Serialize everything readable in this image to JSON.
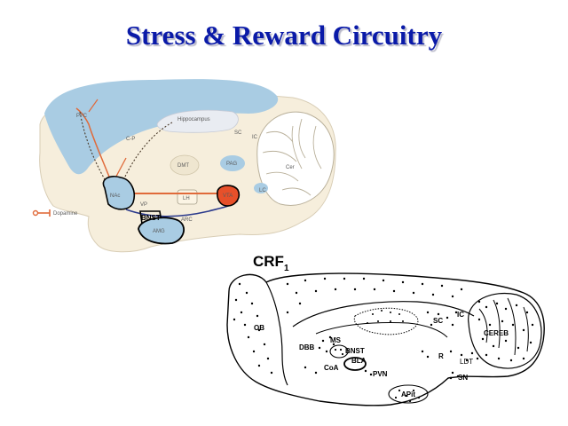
{
  "slide": {
    "title": "Stress & Reward Circuitry"
  },
  "top_diagram": {
    "labels": {
      "pfc": "PFC",
      "hippocampus": "Hippocampus",
      "cp": "C-P",
      "sc": "SC",
      "ic": "IC",
      "dmt": "DMT",
      "pag": "PAG",
      "cer": "Cer",
      "lc": "LC",
      "nac": "NAc",
      "vp": "VP",
      "lh": "LH",
      "vta": "VTA",
      "bnst": "BNST",
      "arc": "ARC",
      "amg": "AMG",
      "legend": "Dopamine"
    },
    "colors": {
      "dopamine": "#e06a3a",
      "tissue": "#f6eedc",
      "ventricle": "#a9cce3",
      "outline_blue": "#2b3a8c"
    }
  },
  "bottom_diagram": {
    "title_main": "CRF",
    "title_sub": "1",
    "labels": {
      "ob": "OB",
      "dbb": "DBB",
      "ms": "MS",
      "bnst": "BNST",
      "bla": "BLA",
      "coa": "CoA",
      "pvn": "PVN",
      "apit": "APit",
      "sc": "SC",
      "ic": "IC",
      "cereb": "CEREB",
      "r": "R",
      "ldt": "LDT",
      "sn": "SN"
    }
  }
}
